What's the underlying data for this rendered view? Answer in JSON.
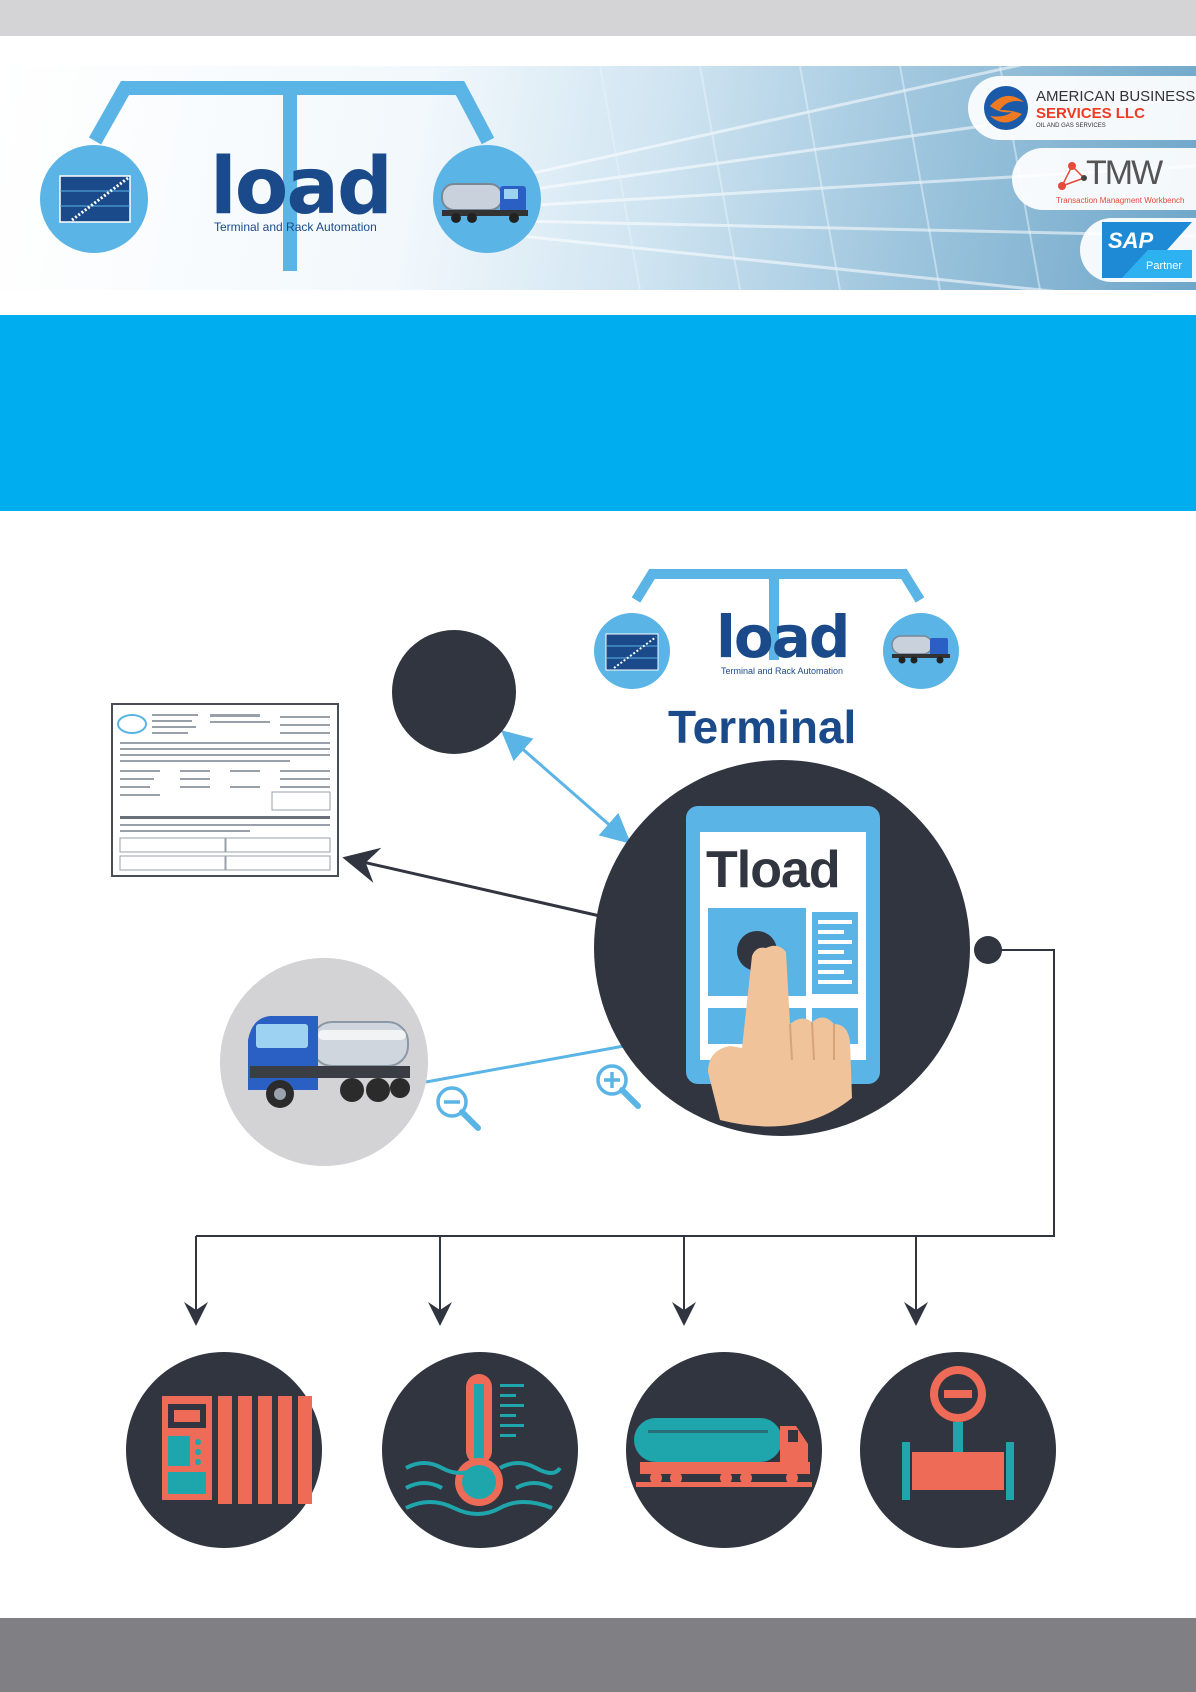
{
  "banner": {
    "logo": {
      "word": "load",
      "tagline": "Terminal and Rack Automation"
    },
    "partners": {
      "abs": {
        "line1": "AMERICAN BUSINESS",
        "line2": "SERVICES LLC",
        "line3": "OIL AND GAS SERVICES"
      },
      "tmw": {
        "mark": "TMW",
        "sub": "Transaction Managment Workbench"
      },
      "sap": {
        "mark": "SAP",
        "sub": "Partner"
      }
    }
  },
  "diagram": {
    "logo": {
      "word": "load",
      "tagline": "Terminal and Rack Automation"
    },
    "heading": "Terminal",
    "tablet_title": "Tload"
  },
  "colors": {
    "blue_band": "#00adee",
    "dark_circle": "#31353f",
    "connector_blue": "#5ab4e6",
    "accent_orange": "#ee6b57",
    "accent_teal": "#1fa6ad",
    "brand_blue": "#1a4a8a"
  },
  "icons": [
    "tank-icon",
    "truck-icon",
    "zoom-out-icon",
    "zoom-in-icon",
    "touch-hand-icon",
    "rack-panel-icon",
    "thermometer-icon",
    "rail-tanker-icon",
    "flow-meter-icon"
  ]
}
